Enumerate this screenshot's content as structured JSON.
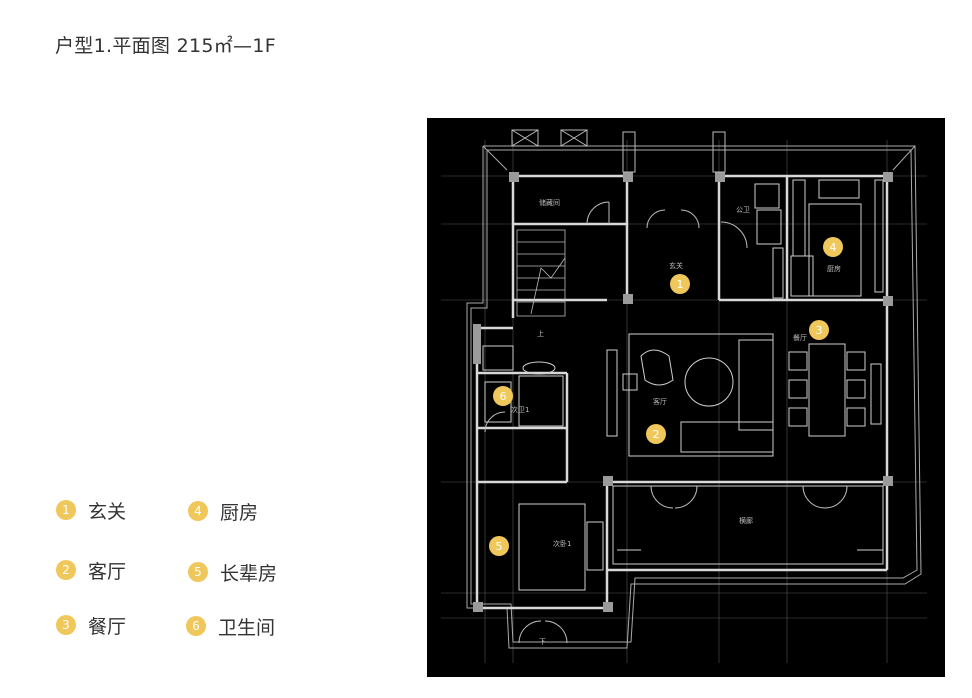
{
  "title": "户型1.平面图 215㎡—1F",
  "colors": {
    "accent": "#f0c75a",
    "plan_background": "#000000",
    "text": "#333333"
  },
  "legend": [
    {
      "num": "1",
      "label": "玄关"
    },
    {
      "num": "2",
      "label": "客厅"
    },
    {
      "num": "3",
      "label": "餐厅"
    },
    {
      "num": "4",
      "label": "厨房"
    },
    {
      "num": "5",
      "label": "长辈房"
    },
    {
      "num": "6",
      "label": "卫生间"
    }
  ],
  "plan": {
    "rooms": {
      "storage": "储藏间",
      "foyer": "玄关",
      "public_bath": "公卫",
      "kitchen": "厨房",
      "dining": "餐厅",
      "living": "客厅",
      "second_bath": "次卫1",
      "corridor": "横廊",
      "second_bed": "次卧1"
    },
    "stair_up": "上",
    "stair_down": "下",
    "markers": [
      "1",
      "2",
      "3",
      "4",
      "5",
      "6"
    ]
  }
}
